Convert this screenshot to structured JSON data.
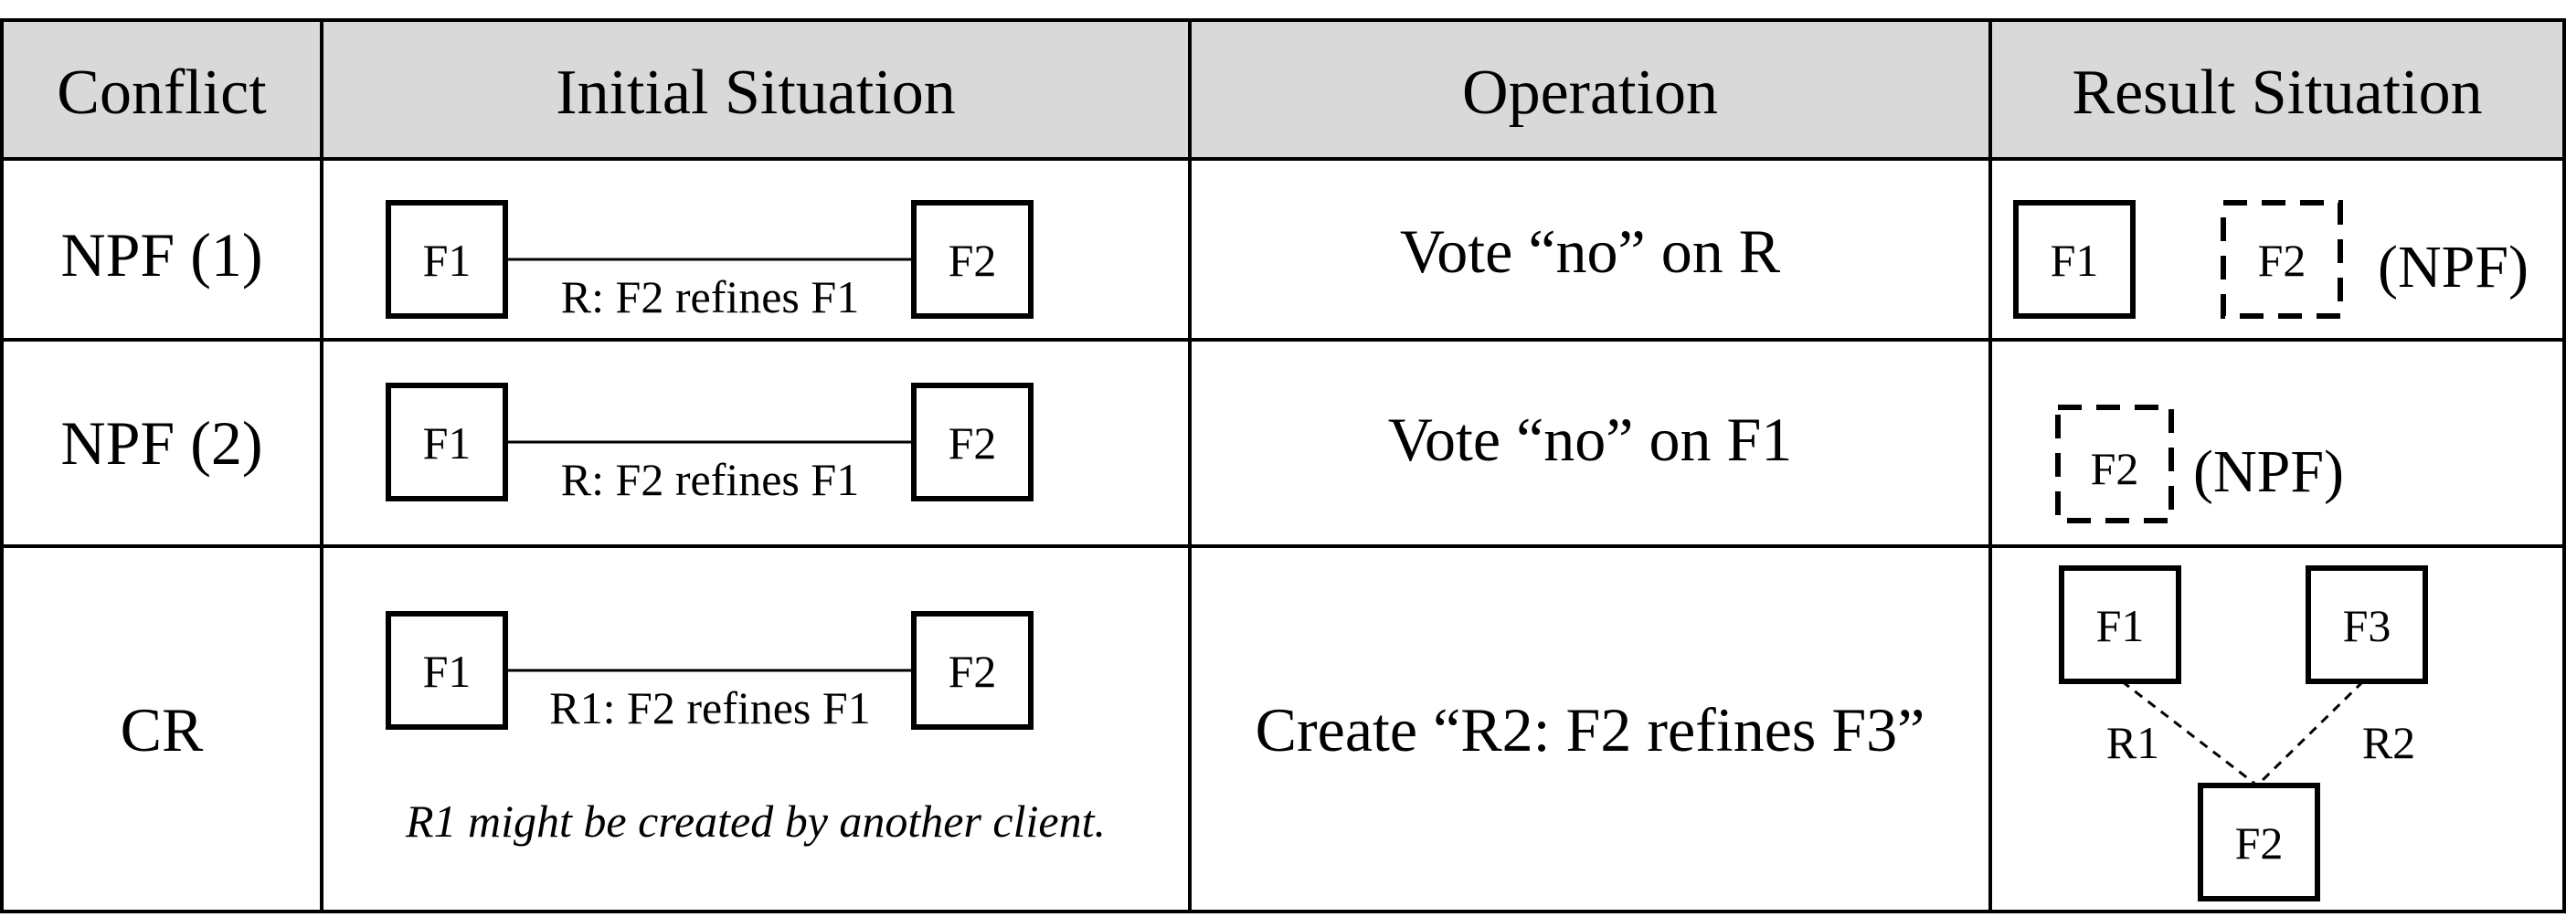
{
  "table": {
    "headers": {
      "conflict": "Conflict",
      "initial": "Initial Situation",
      "operation": "Operation",
      "result": "Result Situation"
    },
    "rows": [
      {
        "conflict": "NPF (1)",
        "initial": {
          "left_box": "F1",
          "right_box": "F2",
          "relation": "R: F2 refines F1"
        },
        "operation": "Vote “no” on R",
        "result": {
          "box_a": "F1",
          "box_b": "F2",
          "tag": "(NPF)"
        }
      },
      {
        "conflict": "NPF (2)",
        "initial": {
          "left_box": "F1",
          "right_box": "F2",
          "relation": "R: F2 refines F1"
        },
        "operation": "Vote “no” on F1",
        "result": {
          "box_a": "F2",
          "tag": "(NPF)"
        }
      },
      {
        "conflict": "CR",
        "initial": {
          "left_box": "F1",
          "right_box": "F2",
          "relation": "R1: F2 refines F1",
          "note": "R1 might be created by another client."
        },
        "operation": "Create “R2: F2 refines F3”",
        "result": {
          "box_a": "F1",
          "box_b": "F3",
          "box_c": "F2",
          "edge_a": "R1",
          "edge_b": "R2"
        }
      }
    ]
  }
}
